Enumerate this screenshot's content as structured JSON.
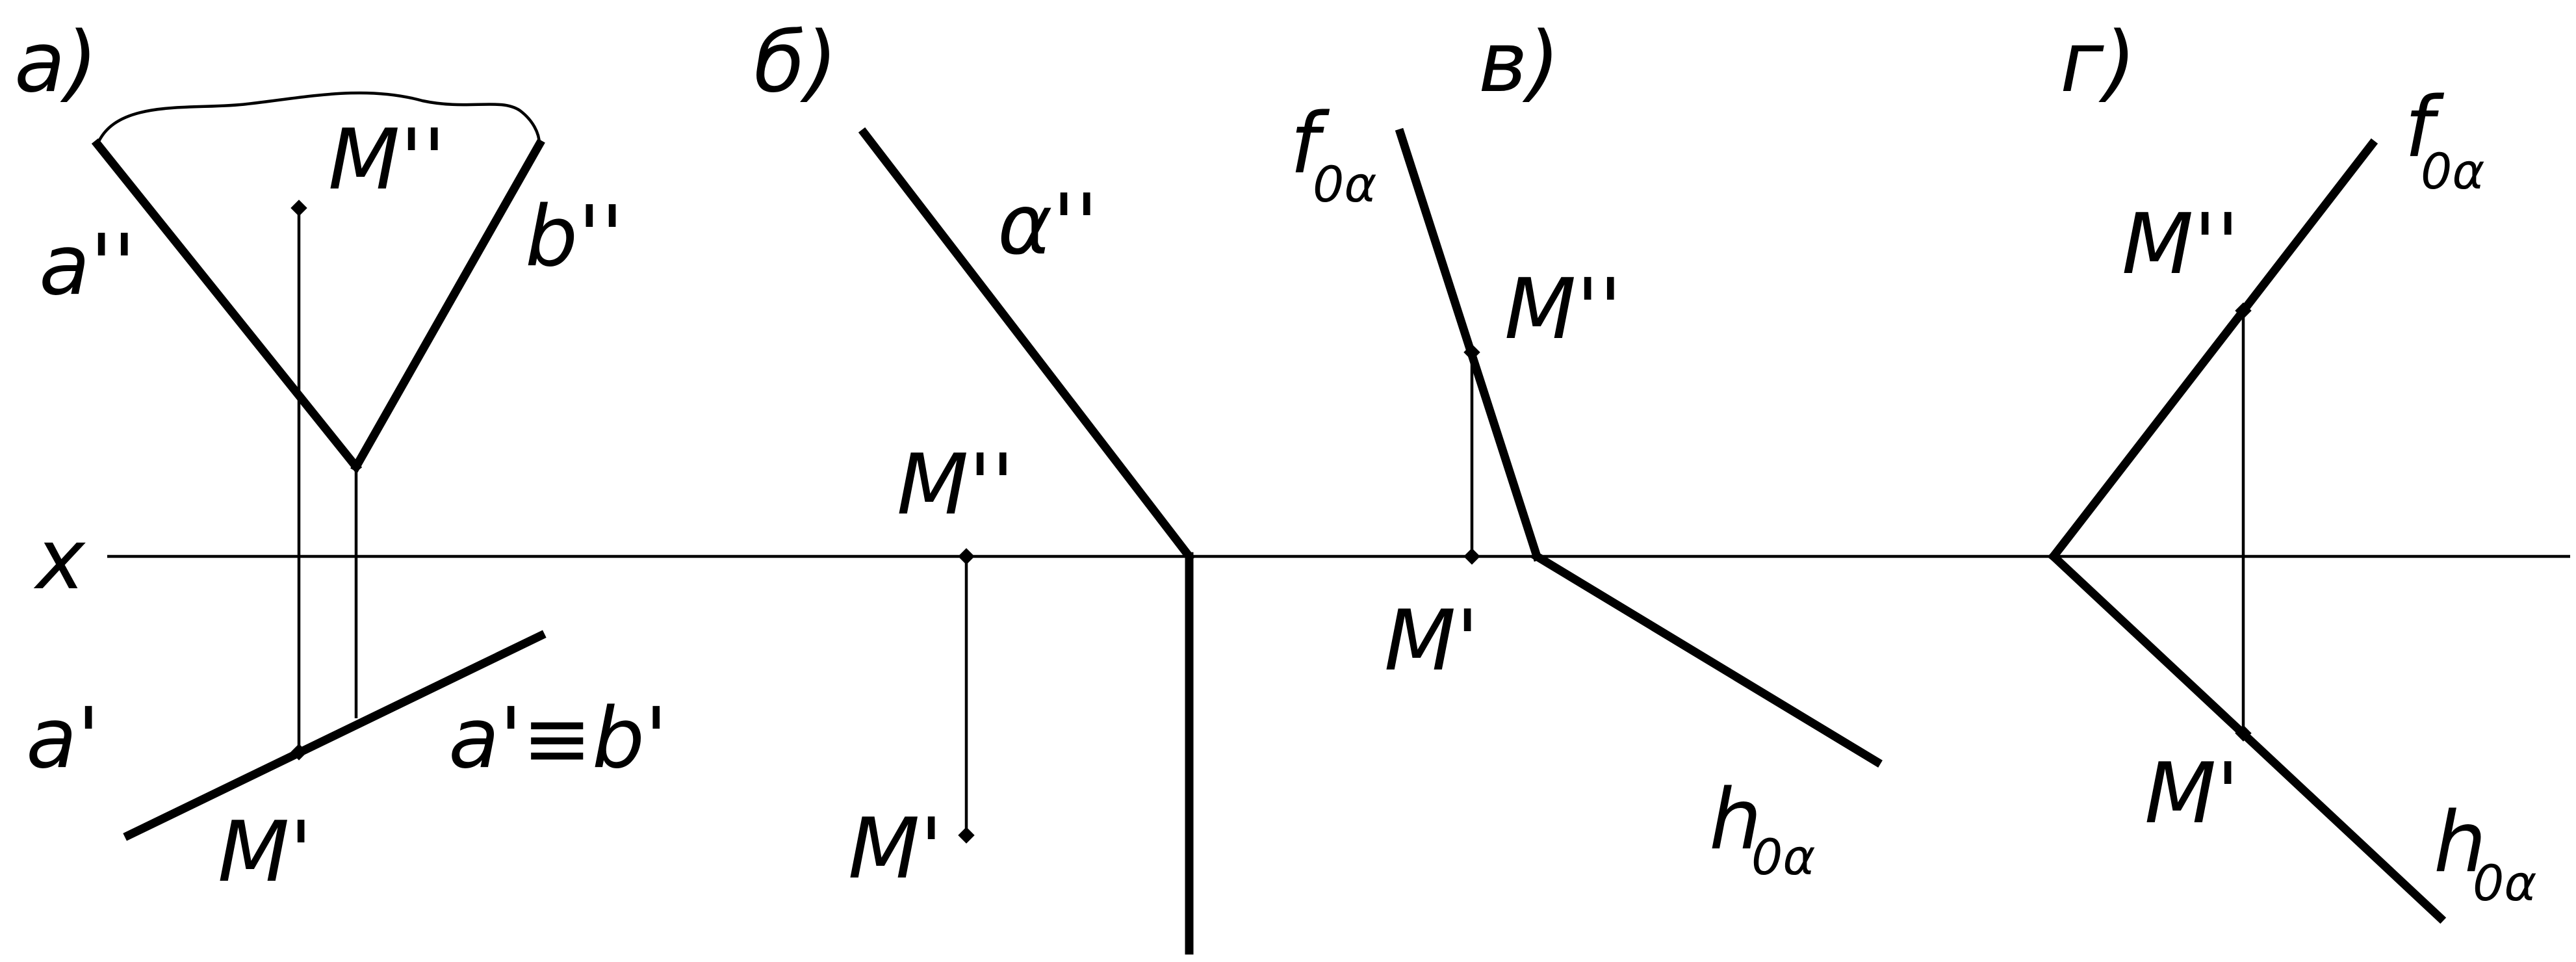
{
  "axis": {
    "label": "x"
  },
  "panels": {
    "a": {
      "tag": "а)",
      "labels": {
        "a2": "a''",
        "b2": "b''",
        "m2": "M''",
        "a1": "a'",
        "ab1": "a'≡b'",
        "m1": "M'"
      }
    },
    "b": {
      "tag": "б)",
      "labels": {
        "alpha2": "α''",
        "m2": "M''",
        "m1": "M'"
      }
    },
    "c": {
      "tag": "в)",
      "labels": {
        "f_main": "f",
        "f_sub": "0α",
        "m2": "M''",
        "m1": "M'",
        "h_main": "h",
        "h_sub": "0α"
      }
    },
    "d": {
      "tag": "г)",
      "labels": {
        "f_main": "f",
        "f_sub": "0α",
        "m2": "M''",
        "m1": "M'",
        "h_main": "h",
        "h_sub": "0α"
      }
    }
  },
  "colors": {
    "ink": "#000000",
    "background": "#ffffff"
  }
}
